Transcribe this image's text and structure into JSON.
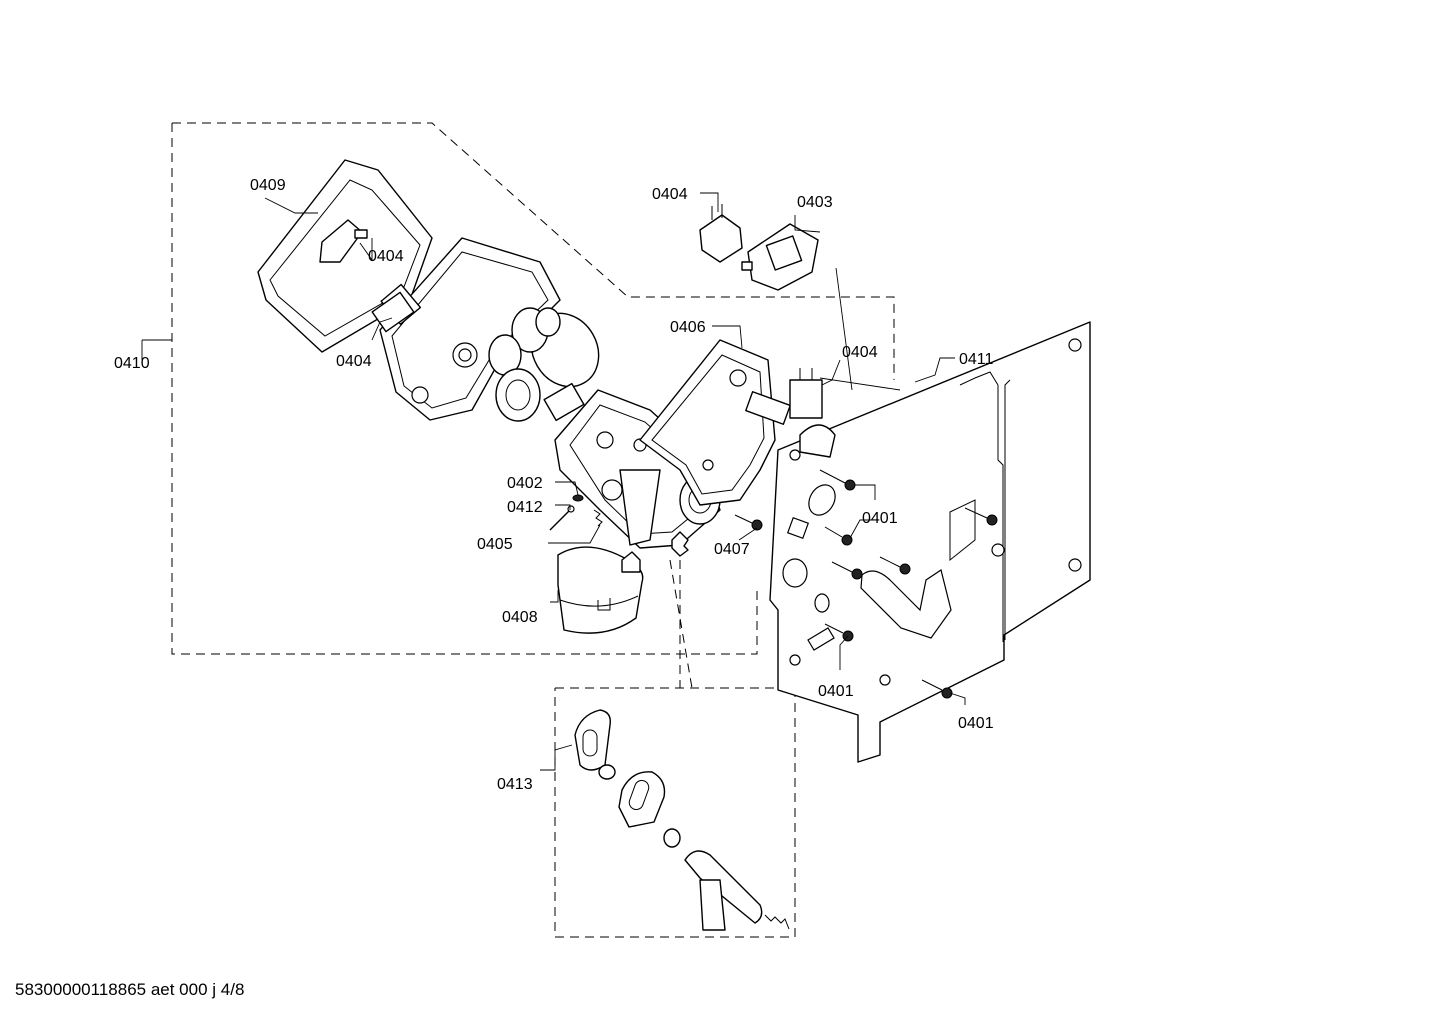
{
  "drawing": {
    "labels": {
      "l0409": "0409",
      "l0404a": "0404",
      "l0404b": "0404",
      "l0404c": "0404",
      "l0404d": "0404",
      "l0403": "0403",
      "l0410": "0410",
      "l0406": "0406",
      "l0411": "0411",
      "l0402": "0402",
      "l0412": "0412",
      "l0405": "0405",
      "l0408": "0408",
      "l0407": "0407",
      "l0401a": "0401",
      "l0401b": "0401",
      "l0401c": "0401",
      "l0413": "0413"
    }
  },
  "footer": {
    "document_code": "58300000118865 aet 000 j 4/8"
  }
}
